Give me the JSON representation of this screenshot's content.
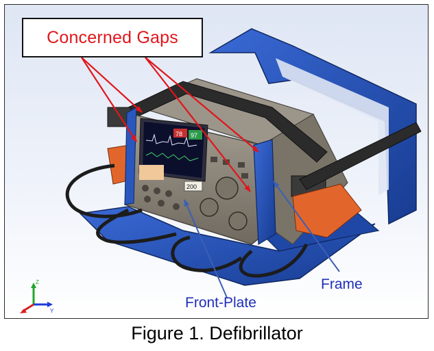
{
  "callout": {
    "text": "Concerned Gaps",
    "color": "#e0161b"
  },
  "labels": {
    "frame": "Frame",
    "front_plate": "Front-Plate",
    "color": "#1f2fb8"
  },
  "caption": "Figure 1. Defibrillator",
  "axis_triad": {
    "z": "Z",
    "y": "Y"
  },
  "screen": {
    "hr_value": "78",
    "spo2_value": "97",
    "energy_value": "200"
  },
  "colors": {
    "frame_blue": "#2350b7",
    "device_gray": "#8a8377",
    "handle_orange": "#e2662c",
    "cable_black": "#1c1c1c",
    "screen_bg": "#0c0f2c"
  }
}
